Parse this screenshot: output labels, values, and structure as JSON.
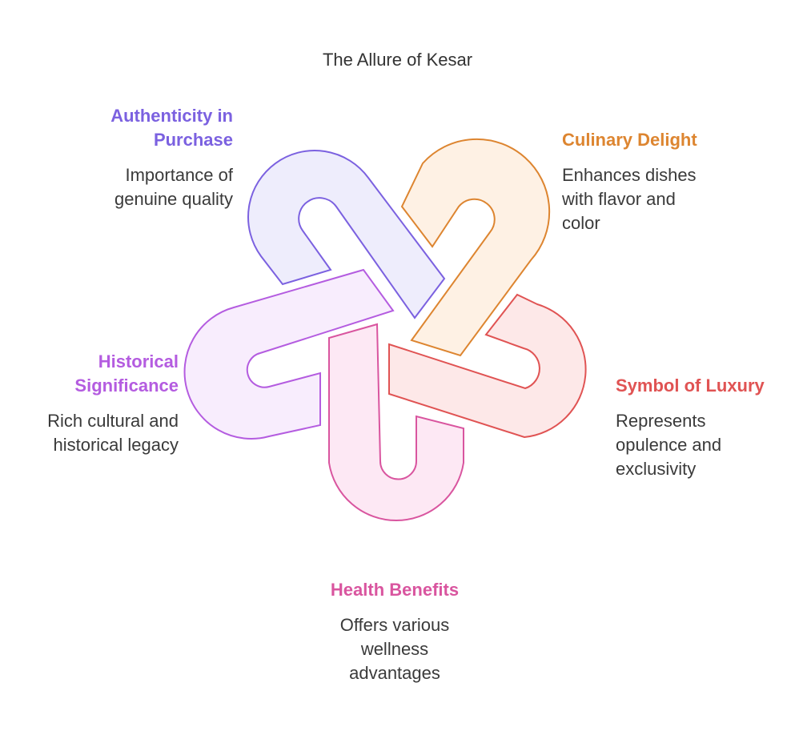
{
  "title": "The Allure of Kesar",
  "items": [
    {
      "key": "authenticity",
      "title_lines": [
        "Authenticity in",
        "Purchase"
      ],
      "desc_lines": [
        "Importance of",
        "genuine quality"
      ],
      "color": "#7b61e0",
      "fill": "#eeedfc",
      "stroke": "#7b61e0"
    },
    {
      "key": "culinary",
      "title_lines": [
        "Culinary Delight"
      ],
      "desc_lines": [
        "Enhances dishes",
        "with flavor and",
        "color"
      ],
      "color": "#dd8530",
      "fill": "#fef1e4",
      "stroke": "#dd8530"
    },
    {
      "key": "luxury",
      "title_lines": [
        "Symbol of Luxury"
      ],
      "desc_lines": [
        "Represents",
        "opulence and",
        "exclusivity"
      ],
      "color": "#e05353",
      "fill": "#fde8e8",
      "stroke": "#e05353"
    },
    {
      "key": "health",
      "title_lines": [
        "Health Benefits"
      ],
      "desc_lines": [
        "Offers various",
        "wellness",
        "advantages"
      ],
      "color": "#d9559f",
      "fill": "#fde8f4",
      "stroke": "#d9559f"
    },
    {
      "key": "historical",
      "title_lines": [
        "Historical",
        "Significance"
      ],
      "desc_lines": [
        "Rich cultural and",
        "historical legacy"
      ],
      "color": "#b45ce0",
      "fill": "#f8edfd",
      "stroke": "#b45ce0"
    }
  ]
}
